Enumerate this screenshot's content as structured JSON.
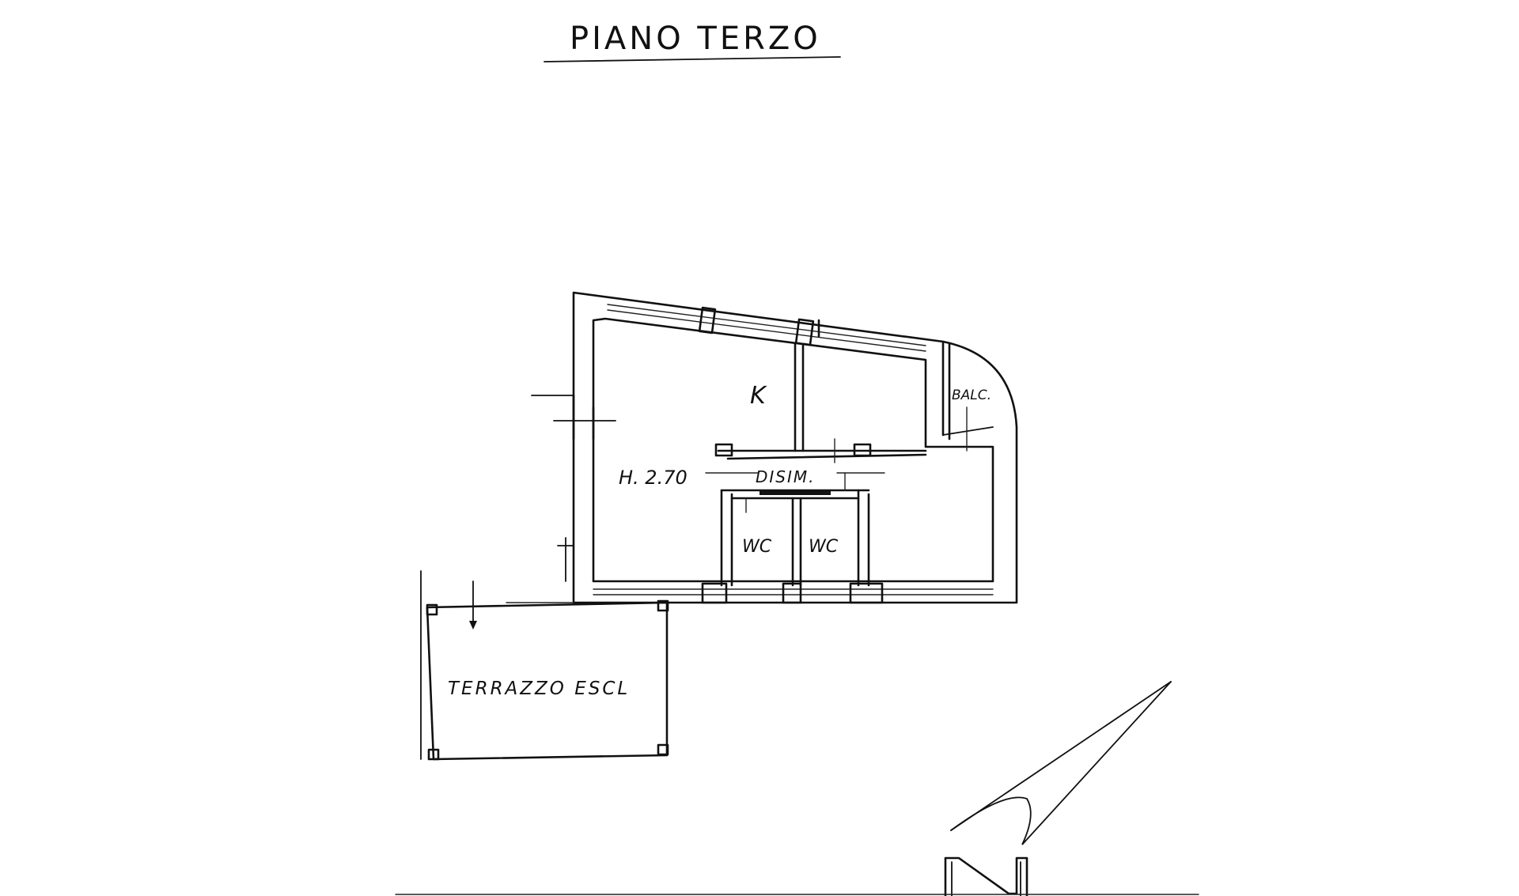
{
  "plan": {
    "title": "PIANO TERZO",
    "rooms": {
      "kitchen": "K",
      "height": "H. 2.70",
      "hallway": "DISIM.",
      "wc_left": "WC",
      "wc_right": "WC",
      "balcony": "BALC.",
      "terrace": "TERRAZZO ESCL"
    }
  }
}
